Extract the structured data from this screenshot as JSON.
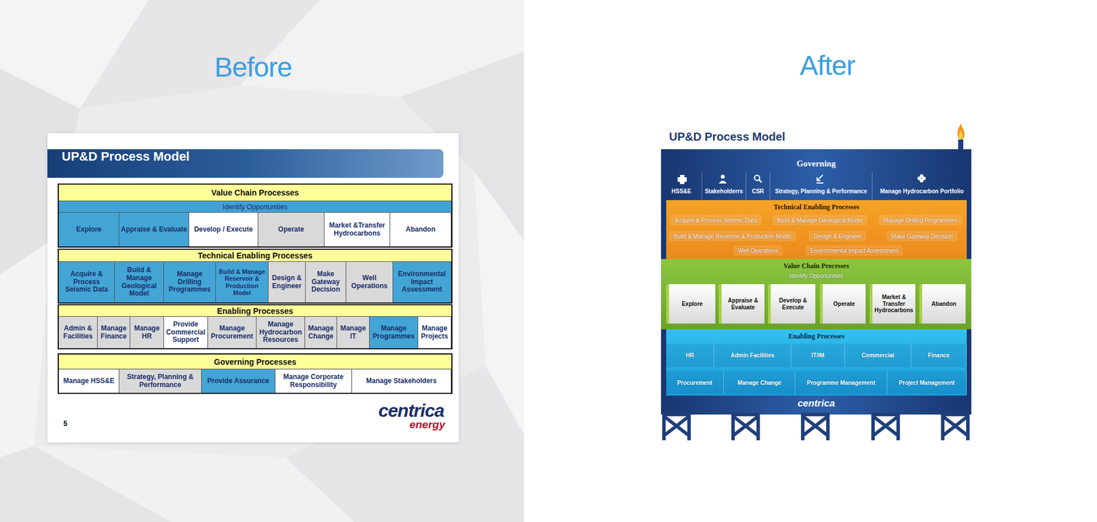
{
  "diagram": {
    "nodes": [
      {
        "text": [
          "Before"
        ]
      },
      {
        "text": [
          "UP&D Process Model"
        ],
        "in": 0
      },
      {
        "text": [
          "Value Chain Processes"
        ],
        "in": 0
      },
      {
        "text": [
          "Identify Opportunities"
        ],
        "in": 2
      },
      {
        "text": [
          "Explore"
        ],
        "in": 2
      },
      {
        "text": [
          "Appraise & Evaluate"
        ],
        "in": 2
      },
      {
        "text": [
          "Develop / Execute"
        ],
        "in": 2
      },
      {
        "text": [
          "Operate"
        ],
        "in": 2
      },
      {
        "text": [
          "Market &Transfer Hydrocarbons"
        ],
        "in": 2
      },
      {
        "text": [
          "Abandon"
        ],
        "in": 2
      },
      {
        "text": [
          "Technical Enabling Processes"
        ],
        "in": 0
      },
      {
        "text": [
          "Acquire & Process Seismic Data"
        ],
        "in": 10
      },
      {
        "text": [
          "Build & Manage Geological Model"
        ],
        "in": 10
      },
      {
        "text": [
          "Manage Drilling Programmes"
        ],
        "in": 10
      },
      {
        "text": [
          "Build & Manage Reservoir & Production Model"
        ],
        "in": 10
      },
      {
        "text": [
          "Design & Engineer"
        ],
        "in": 10
      },
      {
        "text": [
          "Make Gateway Decision"
        ],
        "in": 10
      },
      {
        "text": [
          "Well Operations"
        ],
        "in": 10
      },
      {
        "text": [
          "Environmental Impact Assessment"
        ],
        "in": 10
      },
      {
        "text": [
          "Enabling Processes"
        ],
        "in": 0
      },
      {
        "text": [
          "Admin & Facilities"
        ],
        "in": 19
      },
      {
        "text": [
          "Manage Finance"
        ],
        "in": 19
      },
      {
        "text": [
          "Manage HR"
        ],
        "in": 19
      },
      {
        "text": [
          "Provide Commercial Support"
        ],
        "in": 19
      },
      {
        "text": [
          "Manage Procurement"
        ],
        "in": 19
      },
      {
        "text": [
          "Manage Hydrocarbon Resources"
        ],
        "in": 19
      },
      {
        "text": [
          "Manage Change"
        ],
        "in": 19
      },
      {
        "text": [
          "Manage IT"
        ],
        "in": 19
      },
      {
        "text": [
          "Manage Programmes"
        ],
        "in": 19
      },
      {
        "text": [
          "Manage Projects"
        ],
        "in": 19
      },
      {
        "text": [
          "Governing Processes"
        ],
        "in": 0
      },
      {
        "text": [
          "Manage HSS&E"
        ],
        "in": 30
      },
      {
        "text": [
          "Strategy, Planning & Performance"
        ],
        "in": 30
      },
      {
        "text": [
          "Provide Assurance"
        ],
        "in": 30
      },
      {
        "text": [
          "Manage Corporate Responsibility"
        ],
        "in": 30
      },
      {
        "text": [
          "Manage Stakeholders"
        ],
        "in": 30
      },
      {
        "text": [
          "After"
        ]
      },
      {
        "text": [
          "Governing"
        ],
        "in": 36
      },
      {
        "text": [
          "HSS&E"
        ],
        "in": 37
      },
      {
        "text": [
          "Stakeholderrs"
        ],
        "in": 37
      },
      {
        "text": [
          "CSR"
        ],
        "in": 37
      },
      {
        "text": [
          "Strategy, Planning & Performance"
        ],
        "in": 37
      },
      {
        "text": [
          "Manage Hydrocarbon Portfolio"
        ],
        "in": 37
      },
      {
        "text": [
          "Technical Enabling Processes"
        ],
        "in": 36
      },
      {
        "text": [
          "Acquire & Process Seismic Data"
        ],
        "in": 43
      },
      {
        "text": [
          "Build & Manage Geological Model"
        ],
        "in": 43
      },
      {
        "text": [
          "Manage Drilling Programmes"
        ],
        "in": 43
      },
      {
        "text": [
          "Build & Manage Reservoir & Production Model"
        ],
        "in": 43
      },
      {
        "text": [
          "Design & Engineer"
        ],
        "in": 43
      },
      {
        "text": [
          "Make Gateway Decision"
        ],
        "in": 43
      },
      {
        "text": [
          "Well Operations"
        ],
        "in": 43
      },
      {
        "text": [
          "Environmental Impact Assessment"
        ],
        "in": 43
      },
      {
        "text": [
          "Value Chain Processes",
          "Identify Opportunities"
        ],
        "in": 36
      },
      {
        "text": [
          "Explore"
        ],
        "in": 52
      },
      {
        "text": [
          "Appraise & Evaluate"
        ],
        "in": 52
      },
      {
        "text": [
          "Develop & Execute"
        ],
        "in": 52
      },
      {
        "text": [
          "Operate"
        ],
        "in": 52
      },
      {
        "text": [
          "Market & Transfer Hydrocarbons"
        ],
        "in": 52
      },
      {
        "text": [
          "Abandon"
        ],
        "in": 52
      },
      {
        "text": [
          "Enabling Processes"
        ],
        "in": 36
      },
      {
        "text": [
          "HR"
        ],
        "in": 59
      },
      {
        "text": [
          "Admin Facilities"
        ],
        "in": 59
      },
      {
        "text": [
          "IT/IM"
        ],
        "in": 59
      },
      {
        "text": [
          "Commercial"
        ],
        "in": 59
      },
      {
        "text": [
          "Finance"
        ],
        "in": 59
      },
      {
        "text": [
          "Procurement"
        ],
        "in": 59
      },
      {
        "text": [
          "Manage Change"
        ],
        "in": 59
      },
      {
        "text": [
          "Programme Management"
        ],
        "in": 59
      },
      {
        "text": [
          "Project Management"
        ],
        "in": 59
      }
    ],
    "labels": [
      "5",
      "centrica",
      "energy",
      "UP&D Process Model",
      "centrica"
    ]
  }
}
